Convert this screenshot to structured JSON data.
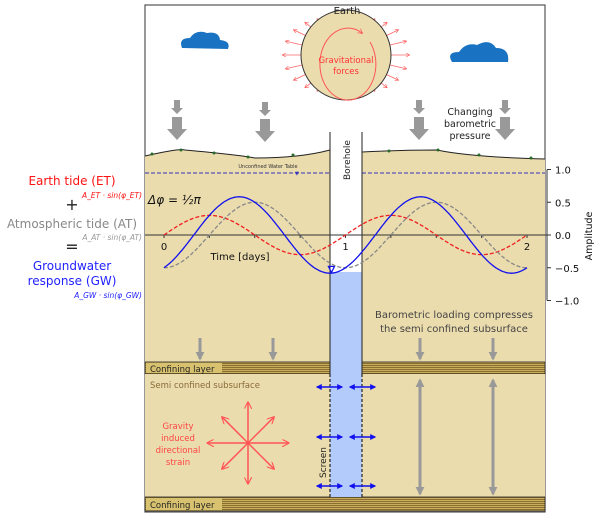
{
  "labels": {
    "earth": "Earth",
    "grav1": "Gravitational",
    "grav2": "forces",
    "baro1": "Changing",
    "baro2": "barometric",
    "baro3": "pressure",
    "borehole": "Borehole",
    "water_table": "Unconfined Water Table",
    "loading1": "Barometric loading compresses",
    "loading2": "the semi confined subsurface",
    "confining_top": "Confining layer",
    "confining_bottom": "Confining layer",
    "semi": "Semi confined subsurface",
    "strain1": "Gravity",
    "strain2": "induced",
    "strain3": "directional",
    "strain4": "strain",
    "screen": "Screen"
  },
  "equation": {
    "et": "Earth tide (ET)",
    "et_formula": "A_ET · sin(φ_ET)",
    "plus": "+",
    "at": "Atmospheric tide (AT)",
    "at_formula": "A_AT · sin(φ_AT)",
    "equals": "=",
    "gw1": "Groundwater",
    "gw2": "response (GW)",
    "gw_formula": "A_GW · sin(φ_GW)",
    "phase": "Δφ = ½π"
  },
  "chart_data": {
    "type": "line",
    "xlabel": "Time [days]",
    "ylabel": "Amplitude",
    "xlim": [
      0,
      2
    ],
    "ylim": [
      -1,
      1
    ],
    "xticks": [
      "0",
      "1",
      "2"
    ],
    "yticks": [
      "1.0",
      "0.5",
      "0.0",
      "−0.5",
      "−1.0"
    ],
    "ytick_values": [
      1.0,
      0.5,
      0.0,
      -0.5,
      -1.0
    ],
    "period_days": 1,
    "series": [
      {
        "name": "Earth tide (ET)",
        "amplitude": 0.3,
        "phase": 0,
        "color": "#ee2222",
        "style": "dashed"
      },
      {
        "name": "Atmospheric tide (AT)",
        "amplitude": 0.5,
        "phase": -1.5708,
        "color": "#888888",
        "style": "dashed"
      },
      {
        "name": "Groundwater response (GW)",
        "amplitude": 0.583,
        "phase": -1.0304,
        "color": "#1111ee",
        "style": "solid"
      }
    ]
  },
  "colors": {
    "ground": "#ebdcae",
    "water": "#b3cbfb",
    "cloud": "#1a73c2",
    "red": "#ff4444",
    "blue": "#1111ee",
    "gray": "#999999"
  }
}
